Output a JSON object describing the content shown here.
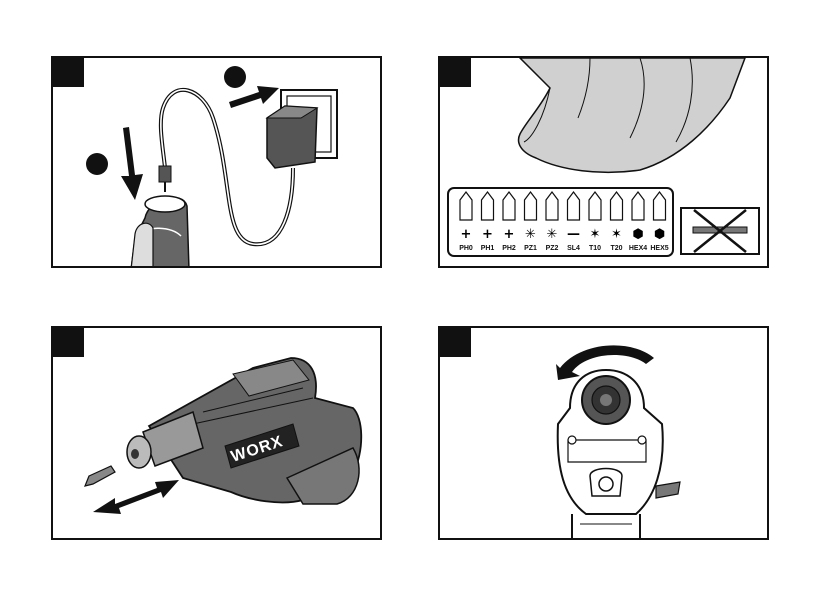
{
  "panels": [
    {
      "id": "p1",
      "step_markers": [
        "",
        ""
      ]
    },
    {
      "id": "p2"
    },
    {
      "id": "p3"
    },
    {
      "id": "p4"
    }
  ],
  "bits": [
    "PH0",
    "PH1",
    "PH2",
    "PZ1",
    "PZ2",
    "SL4",
    "T10",
    "T20",
    "HEX4",
    "HEX5"
  ],
  "brand": {
    "name": "WORX"
  },
  "colors": {
    "ink": "#111111",
    "hand": "#d0d0d0",
    "tool": "#555555",
    "panel_tag": "#111111"
  }
}
